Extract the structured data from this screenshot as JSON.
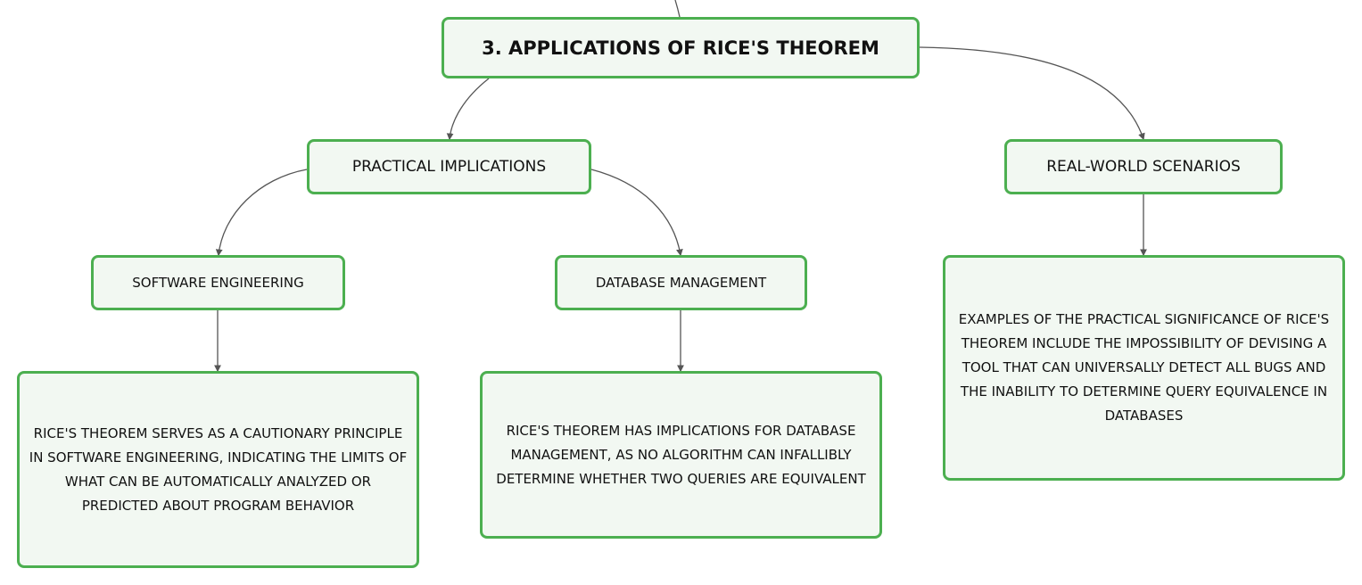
{
  "mindmap": {
    "root": {
      "label": "3. APPLICATIONS OF RICE'S THEOREM"
    },
    "practical_implications": {
      "label": "PRACTICAL IMPLICATIONS",
      "software_engineering": {
        "label": "SOFTWARE ENGINEERING",
        "detail": "RICE'S THEOREM SERVES AS A CAUTIONARY PRINCIPLE IN SOFTWARE ENGINEERING, INDICATING THE LIMITS OF WHAT CAN BE AUTOMATICALLY ANALYZED OR PREDICTED ABOUT PROGRAM BEHAVIOR"
      },
      "database_management": {
        "label": "DATABASE MANAGEMENT",
        "detail": "RICE'S THEOREM HAS IMPLICATIONS FOR DATABASE MANAGEMENT, AS NO ALGORITHM CAN INFALLIBLY DETERMINE WHETHER TWO QUERIES ARE EQUIVALENT"
      }
    },
    "real_world_scenarios": {
      "label": "REAL-WORLD SCENARIOS",
      "detail": "EXAMPLES OF THE PRACTICAL SIGNIFICANCE OF RICE'S THEOREM INCLUDE THE IMPOSSIBILITY OF DEVISING A TOOL THAT CAN UNIVERSALLY DETECT ALL BUGS AND THE INABILITY TO DETERMINE QUERY EQUIVALENCE IN DATABASES"
    }
  },
  "colors": {
    "node_border": "#4caf50",
    "node_fill": "#f2f8f2",
    "connector": "#555555"
  }
}
